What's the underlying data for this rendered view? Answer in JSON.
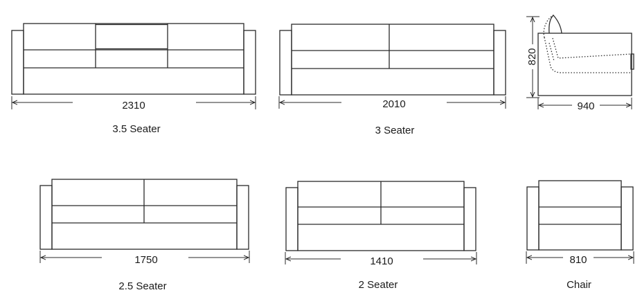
{
  "sofas": [
    {
      "name": "3.5 Seater",
      "width": "2310"
    },
    {
      "name": "3 Seater",
      "width": "2010"
    },
    {
      "name": "2.5 Seater",
      "width": "1750"
    },
    {
      "name": "2 Seater",
      "width": "1410"
    },
    {
      "name": "Chair",
      "width": "810"
    }
  ],
  "side_view": {
    "height": "820",
    "depth": "940"
  }
}
